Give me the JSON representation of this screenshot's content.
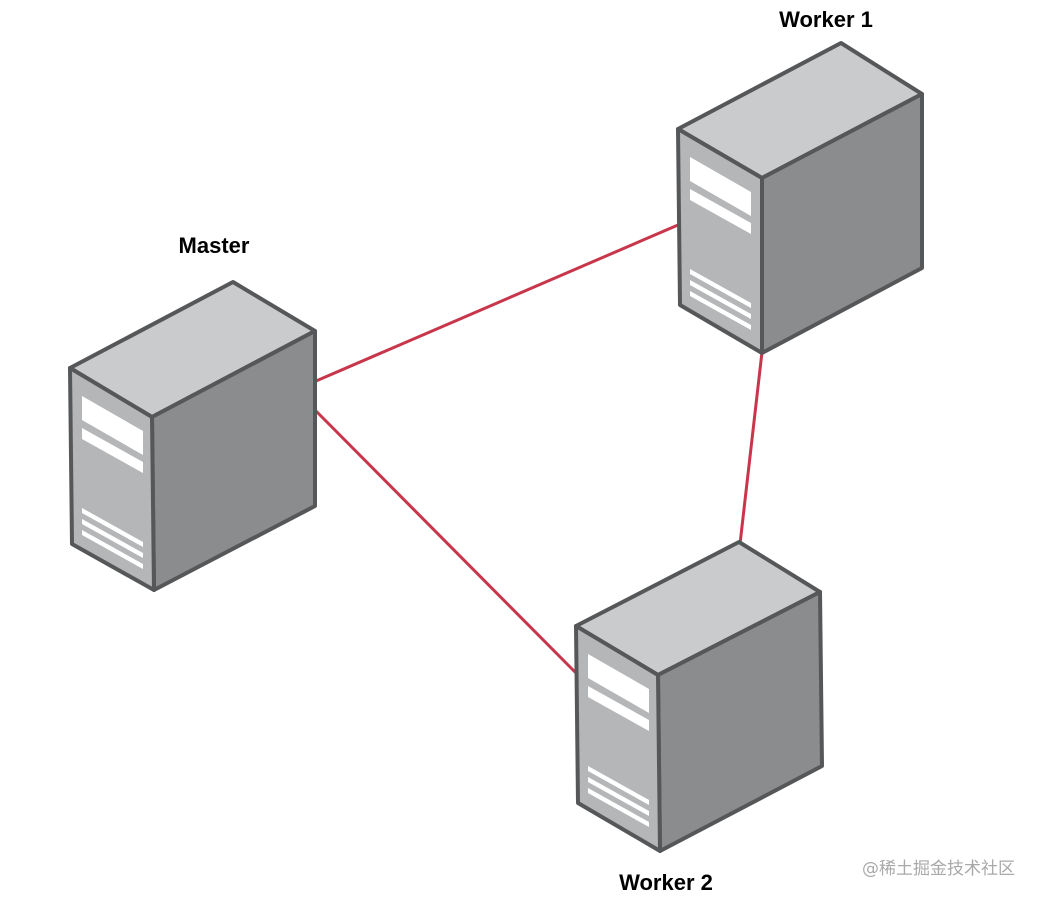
{
  "nodes": [
    {
      "id": "master",
      "label": "Master",
      "icon": "server-icon"
    },
    {
      "id": "worker1",
      "label": "Worker 1",
      "icon": "server-icon"
    },
    {
      "id": "worker2",
      "label": "Worker 2",
      "icon": "server-icon"
    }
  ],
  "edges": [
    {
      "from": "master",
      "to": "worker1"
    },
    {
      "from": "master",
      "to": "worker2"
    },
    {
      "from": "worker1",
      "to": "worker2"
    }
  ],
  "colors": {
    "connection": "#c8364b",
    "server_front": "#b4b6b8",
    "server_top": "#c9cbcc",
    "server_side": "#8a8c8e",
    "server_outline": "#555759"
  },
  "watermark": "@稀土掘金技术社区"
}
